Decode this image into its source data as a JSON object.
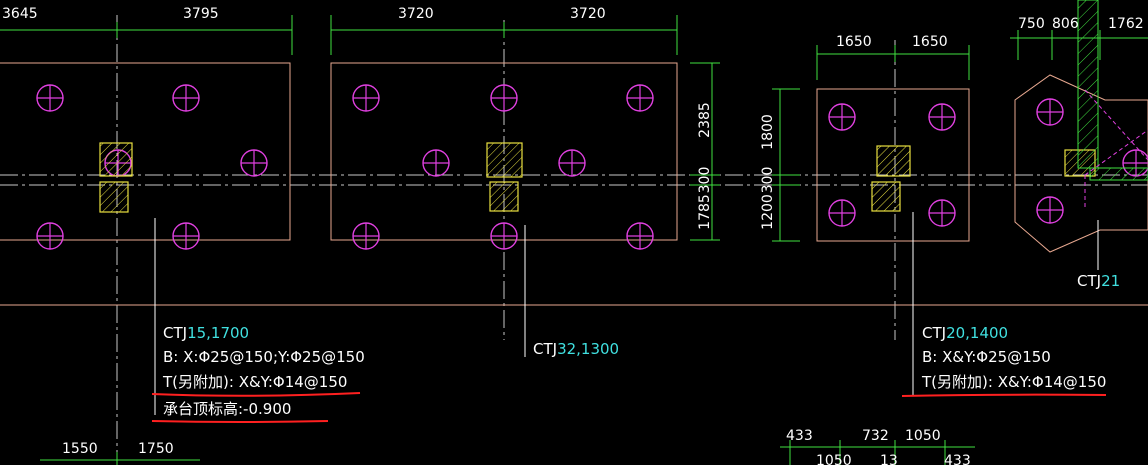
{
  "colors": {
    "background": "#000000",
    "outline": "#e8a890",
    "pile": "#e040e0",
    "column": "#e8e040",
    "dimension": "#40e040",
    "text": "#ffffff",
    "accent_text": "#40e0e0",
    "centerline": "#c8c8c8",
    "markup": "#ff2020",
    "wall": "#40e040",
    "wall_hatch": "#e040e0"
  },
  "dimensions": {
    "top_left": [
      "3645",
      "3795"
    ],
    "top_middle": [
      "3720",
      "3720"
    ],
    "top_right": [
      "1650",
      "1650"
    ],
    "top_far_right": [
      "750",
      "806",
      "1762"
    ],
    "middle_vertical": [
      "2385",
      "300",
      "1785"
    ],
    "right_vertical": [
      "1800",
      "300",
      "1200"
    ],
    "bottom_left": [
      "1550",
      "1750"
    ],
    "bottom_right_row1": [
      "433",
      "732",
      "1050"
    ],
    "bottom_right_row2": [
      "1050",
      "13",
      "433"
    ]
  },
  "labels": {
    "ctj15": {
      "code": "CTJ",
      "spec": "15,1700",
      "bottom_rebar": "B: X:Φ25@150;Y:Φ25@150",
      "top_rebar": "T(另附加): X&Y:Φ14@150",
      "elevation": "承台顶标高:-0.900"
    },
    "ctj32": {
      "code": "CTJ",
      "spec": "32,1300"
    },
    "ctj20": {
      "code": "CTJ",
      "spec": "20,1400",
      "bottom_rebar": "B: X&Y:Φ25@150",
      "top_rebar": "T(另附加): X&Y:Φ14@150"
    },
    "ctj21": {
      "code": "CTJ",
      "spec": "21"
    }
  }
}
